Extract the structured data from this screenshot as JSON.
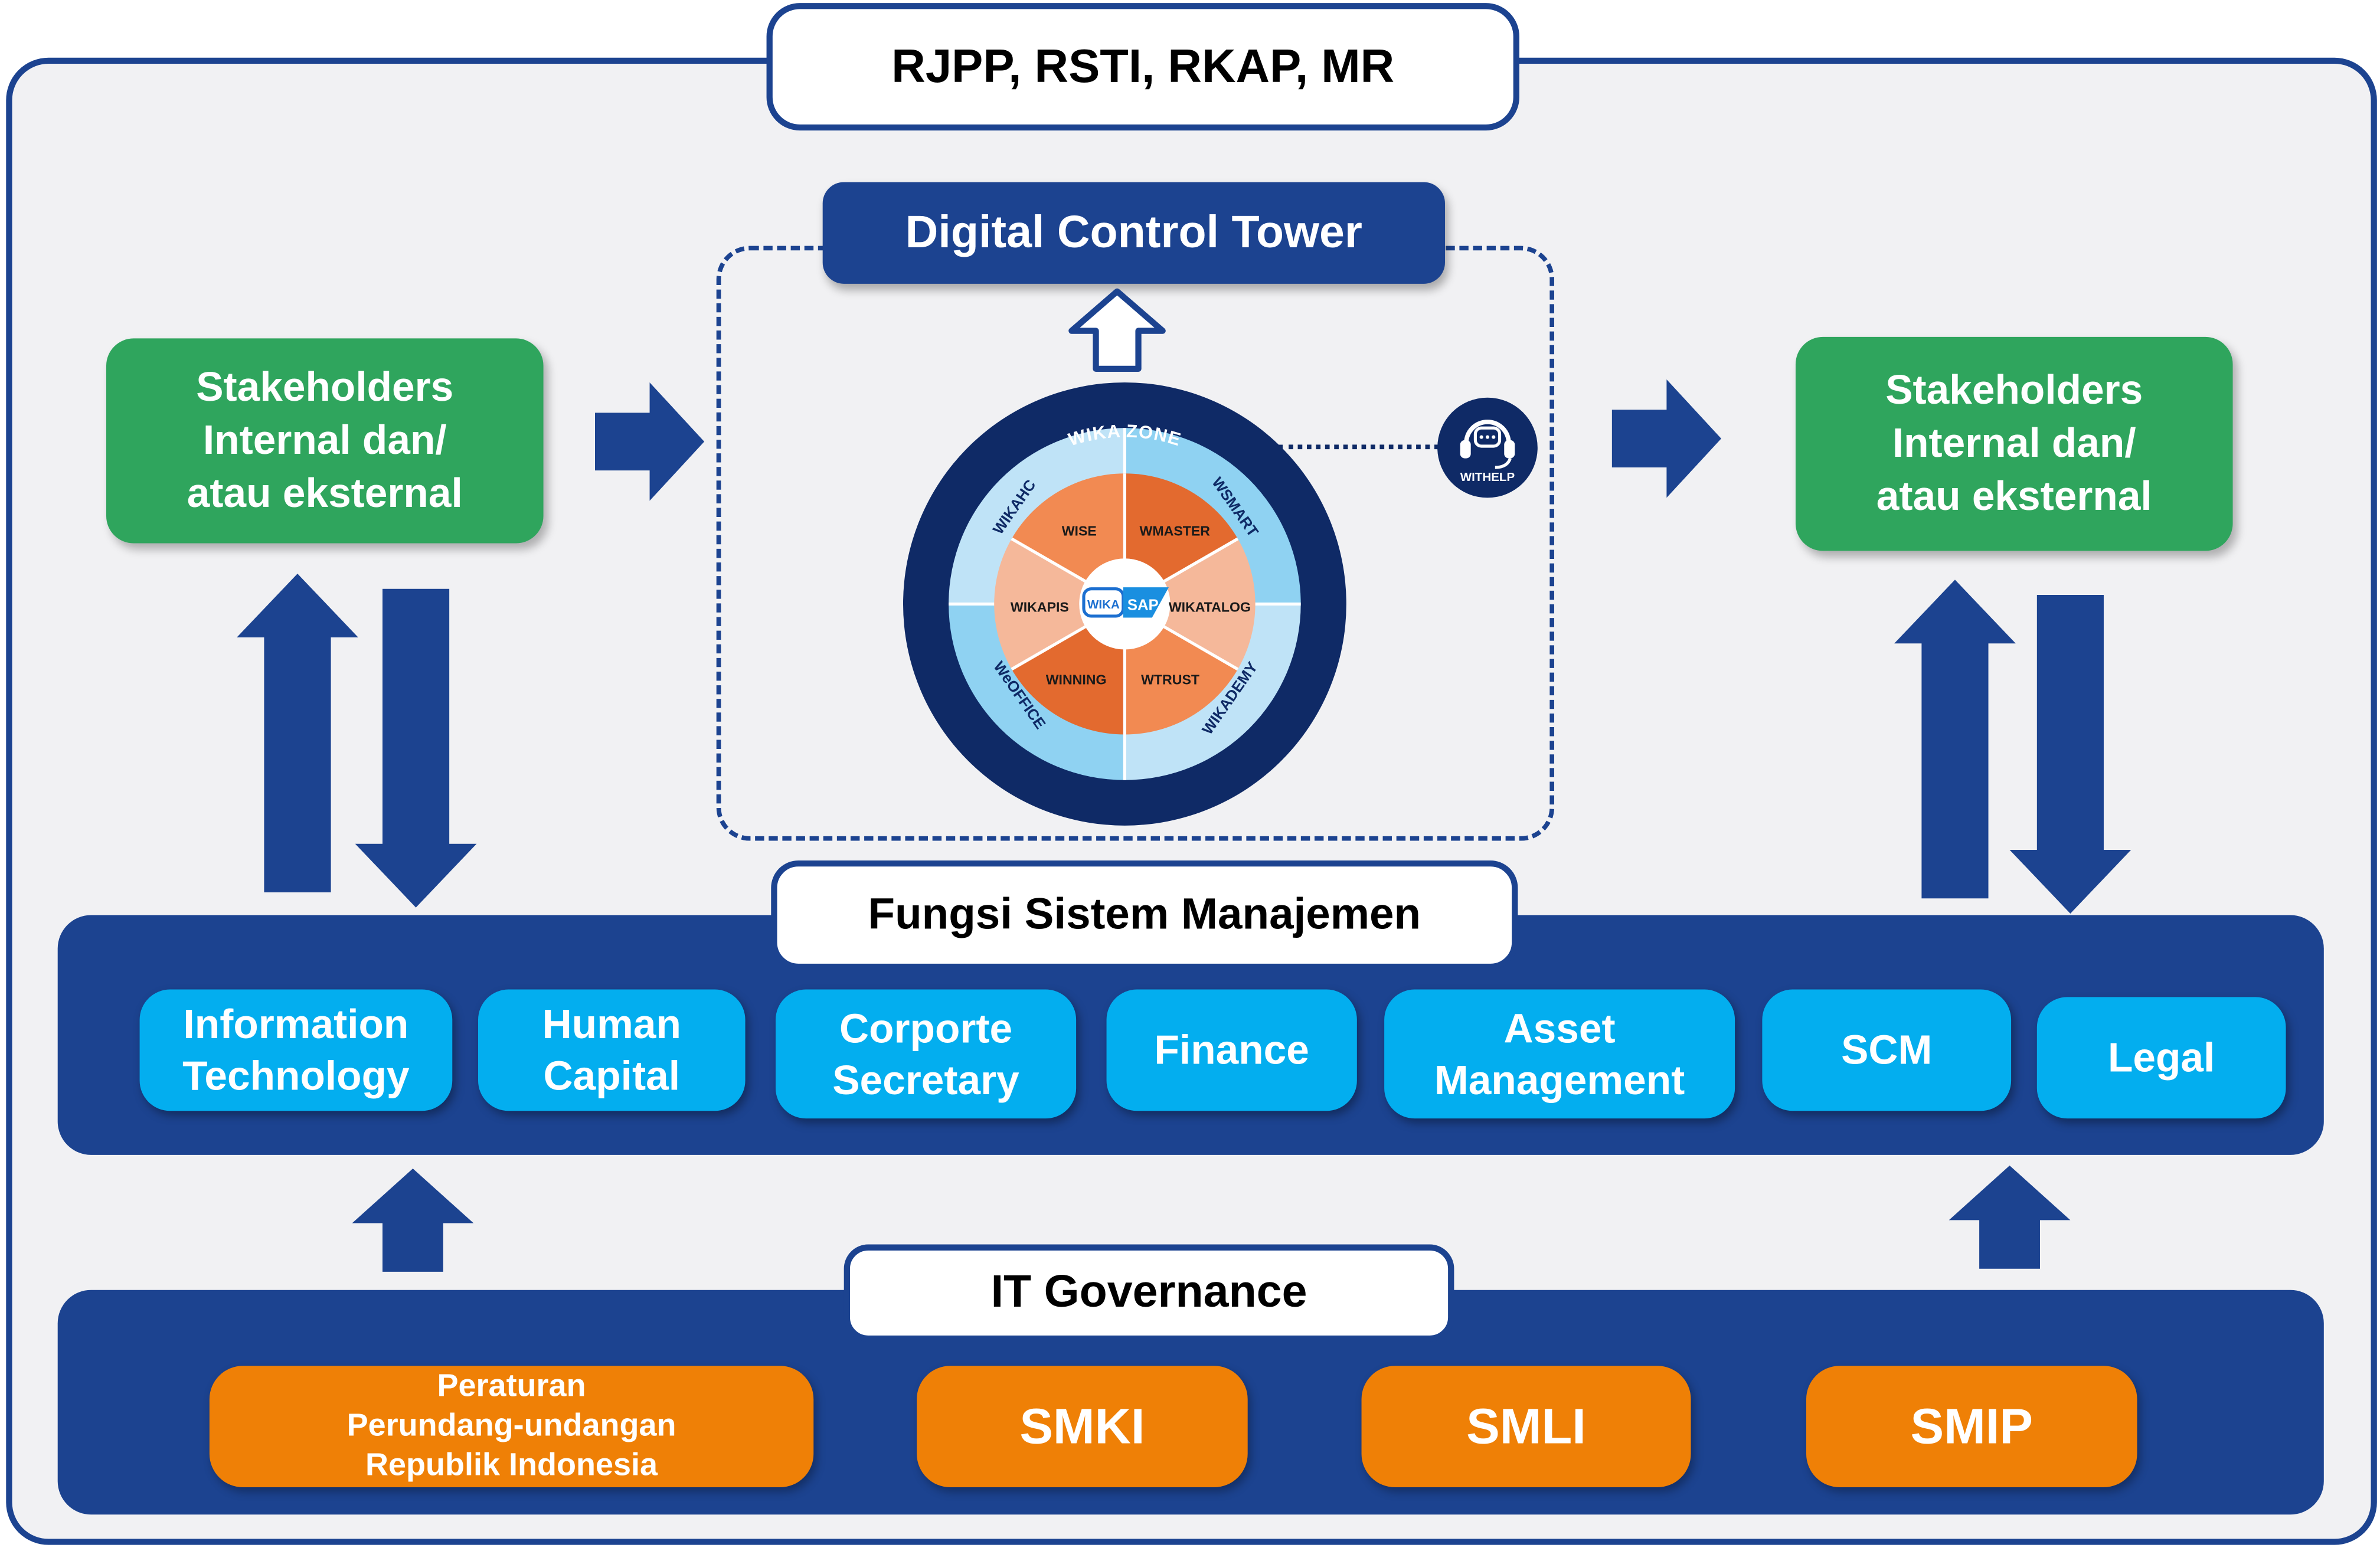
{
  "top_title": "RJPP, RSTI, RKAP, MR",
  "control_tower": {
    "title": "Digital Control Tower",
    "ring_label": "WIKA ZONE",
    "outer_segments": [
      "WIKAHC",
      "WSMART",
      "WIKADEMY",
      "WeOFFICE"
    ],
    "inner_segments": [
      "WISE",
      "WMASTER",
      "WIKATALOG",
      "WTRUST",
      "WINNING",
      "WIKAPIS"
    ],
    "center_logo_left": "WIKA",
    "center_logo_right": "SAP",
    "help_label": "WITHELP"
  },
  "stakeholders_left": [
    "Stakeholders",
    "Internal dan/",
    "atau eksternal"
  ],
  "stakeholders_right": [
    "Stakeholders",
    "Internal dan/",
    "atau eksternal"
  ],
  "management": {
    "title": "Fungsi Sistem Manajemen",
    "functions": [
      [
        "Information",
        "Technology"
      ],
      [
        "Human",
        "Capital"
      ],
      [
        "Corporte",
        "Secretary"
      ],
      [
        "Finance"
      ],
      [
        "Asset",
        "Management"
      ],
      [
        "SCM"
      ],
      [
        "Legal"
      ]
    ]
  },
  "governance": {
    "title": "IT Governance",
    "regulation": [
      "Peraturan",
      "Perundang-undangan",
      "Republik Indonesia"
    ],
    "items": [
      "SMKI",
      "SMLI",
      "SMIP"
    ]
  },
  "colors": {
    "navy": "#1c4390",
    "dark_navy": "#0f2a66",
    "green": "#2fa55d",
    "cyan": "#03aeef",
    "orange": "#ef8006",
    "background": "#f1f1f3"
  }
}
